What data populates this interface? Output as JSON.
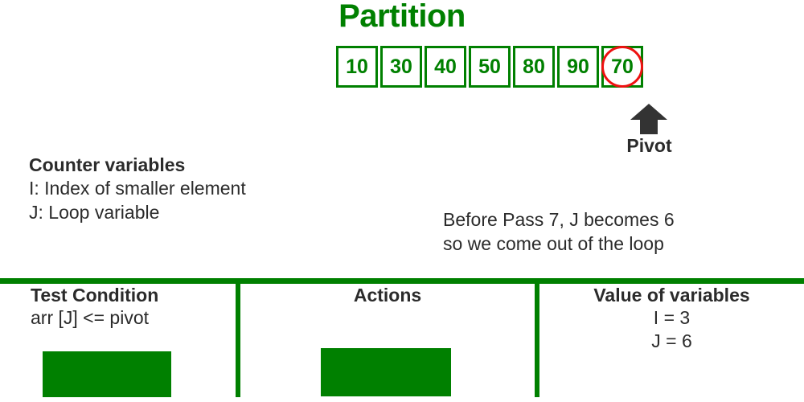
{
  "title": "Partition",
  "colors": {
    "green": "#008000",
    "red": "#ee1111",
    "text": "#2b2b2b"
  },
  "array": {
    "values": [
      "10",
      "30",
      "40",
      "50",
      "80",
      "90",
      "70"
    ],
    "pivot_index": 6,
    "pivot_label": "Pivot"
  },
  "counter": {
    "heading": "Counter variables",
    "line_i": "I: Index of smaller element",
    "line_j": "J: Loop variable"
  },
  "note": {
    "line1": "Before Pass 7, J becomes 6",
    "line2": "so we come out of the loop"
  },
  "table": {
    "columns": [
      {
        "header": "Test Condition",
        "sub": "arr [J] <= pivot",
        "has_bar": true
      },
      {
        "header": "Actions",
        "sub": "",
        "has_bar": true
      },
      {
        "header": "Value of variables",
        "sub": "",
        "values": [
          "I = 3",
          "J = 6"
        ],
        "has_bar": false
      }
    ]
  }
}
